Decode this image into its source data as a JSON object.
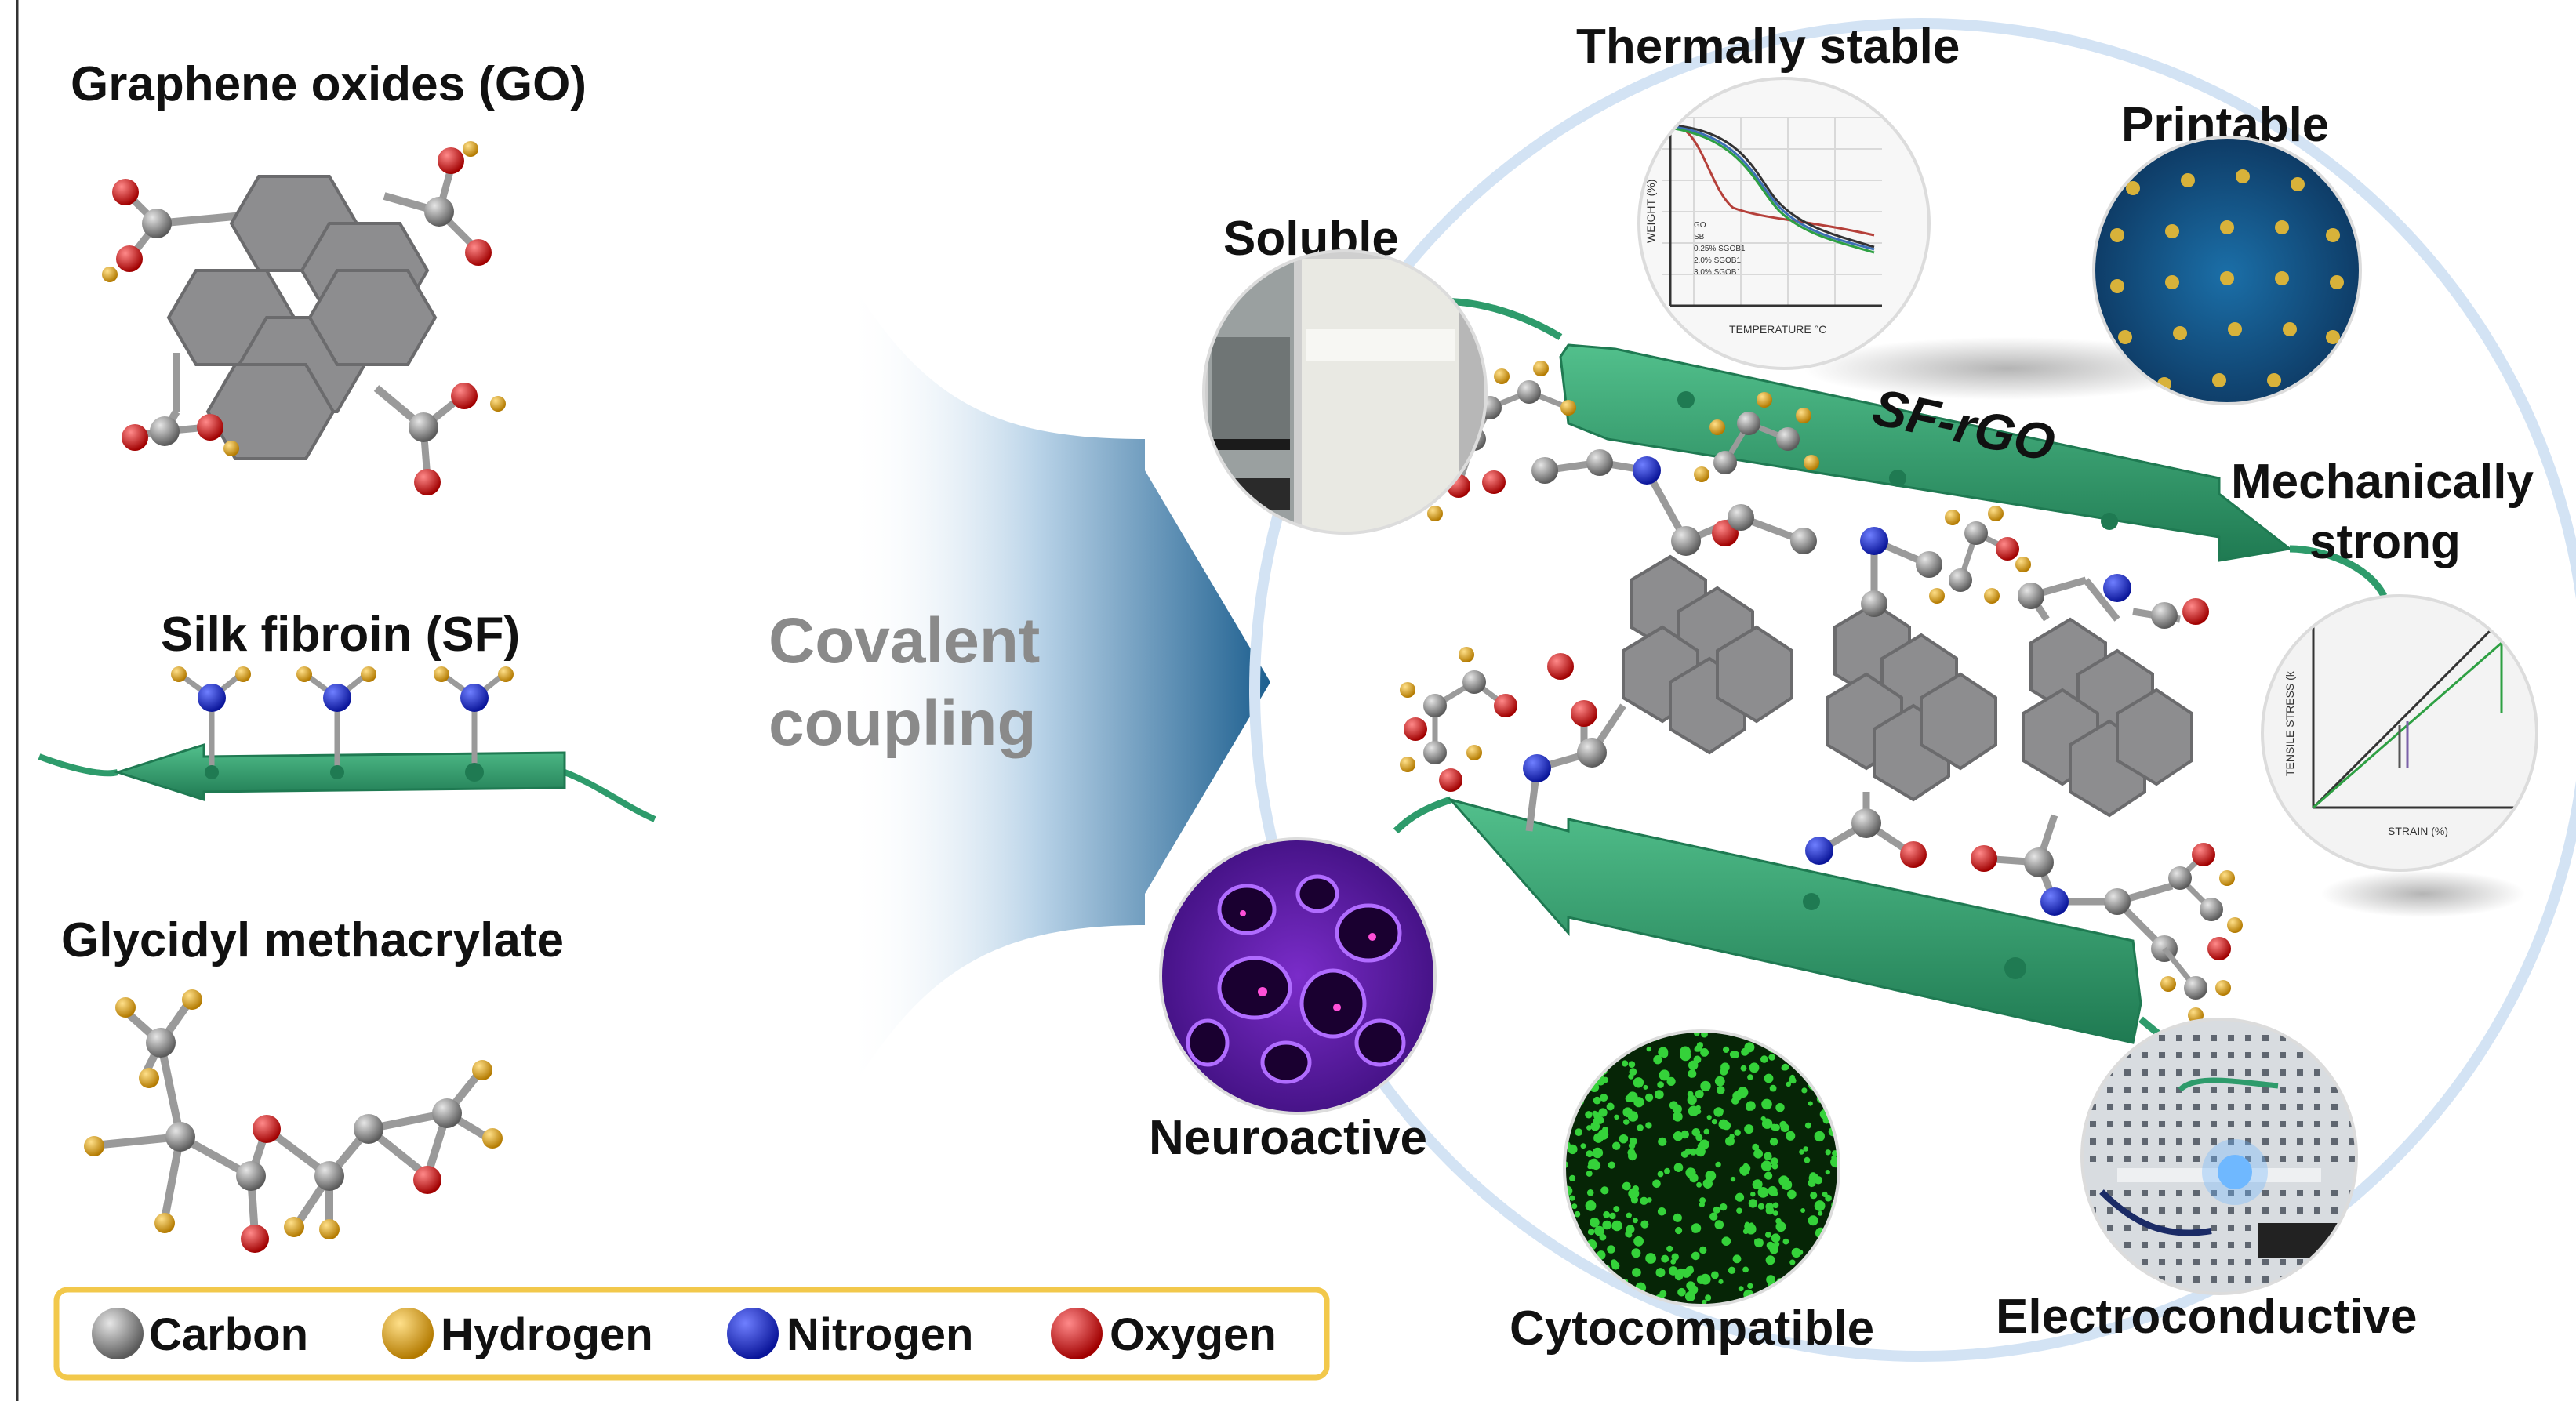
{
  "left_panel": {
    "go_title": "Graphene oxides (GO)",
    "sf_title": "Silk fibroin (SF)",
    "gma_title": "Glycidyl methacrylate"
  },
  "arrow": {
    "line1": "Covalent",
    "line2": "coupling"
  },
  "center": {
    "product_label": "SF-rGO"
  },
  "properties": {
    "thermal": "Thermally stable",
    "printable": "Printable",
    "soluble": "Soluble",
    "mechanical_line1": "Mechanically",
    "mechanical_line2": "strong",
    "neuroactive": "Neuroactive",
    "cytocompatible": "Cytocompatible",
    "electroconductive": "Electroconductive"
  },
  "tga_inset": {
    "xlabel": "TEMPERATURE °C",
    "ylabel": "WEIGHT (%)",
    "legend": [
      "GO",
      "SB",
      "0.25% SGOB1",
      "2.0% SGOB1",
      "3.0% SGOB1"
    ]
  },
  "stress_inset": {
    "xlabel": "STRAIN (%)",
    "ylabel": "TENSILE STRESS (k"
  },
  "legend": {
    "carbon": "Carbon",
    "hydrogen": "Hydrogen",
    "nitrogen": "Nitrogen",
    "oxygen": "Oxygen"
  },
  "colors": {
    "carbon": "#8c8c8c",
    "hydrogen": "#d9a21b",
    "nitrogen": "#1f2fd6",
    "oxygen": "#e01010",
    "ribbon": "#2e9b6b",
    "sheet": "#8d8d8f",
    "legend_border": "#f2c84b",
    "arrow": "#1d5f8f"
  }
}
